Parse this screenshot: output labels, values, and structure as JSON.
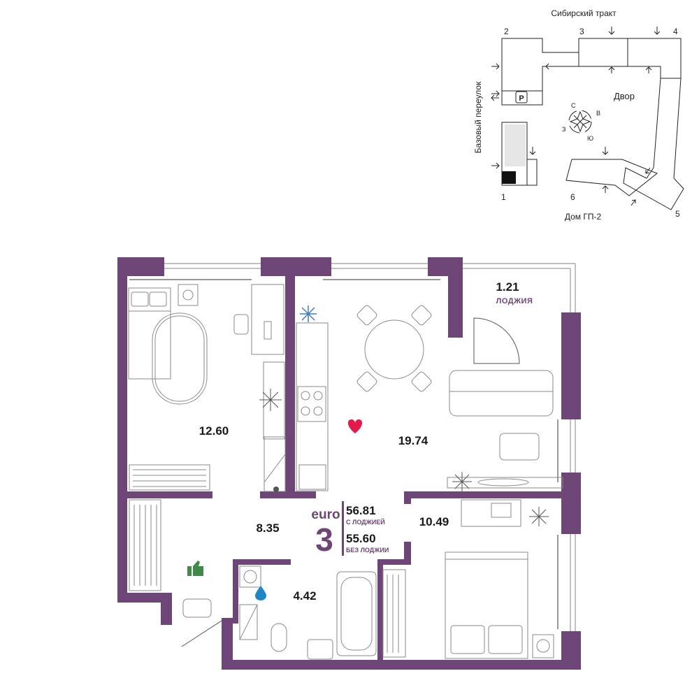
{
  "site_plan": {
    "street_top": "Сибирский тракт",
    "street_left": "Базовый переулок",
    "courtyard": "Двор",
    "house_label": "Дом ГП-2",
    "parking": "P",
    "section_numbers": [
      "1",
      "2",
      "3",
      "4",
      "5",
      "6"
    ],
    "compass": {
      "n": "С",
      "e": "В",
      "s": "Ю",
      "w": "З"
    }
  },
  "floor_plan": {
    "rooms": [
      {
        "id": "bedroom-1",
        "area": "12.60"
      },
      {
        "id": "living-kitchen",
        "area": "19.74"
      },
      {
        "id": "loggia",
        "area": "1.21",
        "label": "ЛОДЖИЯ"
      },
      {
        "id": "hallway",
        "area": "8.35"
      },
      {
        "id": "bathroom",
        "area": "4.42"
      },
      {
        "id": "bedroom-2",
        "area": "10.49"
      }
    ],
    "type_badge": {
      "prefix": "euro",
      "rooms_count": "3"
    },
    "total_with_loggia": {
      "value": "56.81",
      "caption": "С ЛОДЖИЕЙ"
    },
    "total_without_loggia": {
      "value": "55.60",
      "caption": "БЕЗ ЛОДЖИИ"
    }
  },
  "colors": {
    "wall": "#6d4577",
    "heart": "#e31b4b",
    "thumb": "#3f8a4a",
    "drop": "#1e88c7",
    "snow": "#3f7fbf",
    "line": "#9a9a9a"
  }
}
